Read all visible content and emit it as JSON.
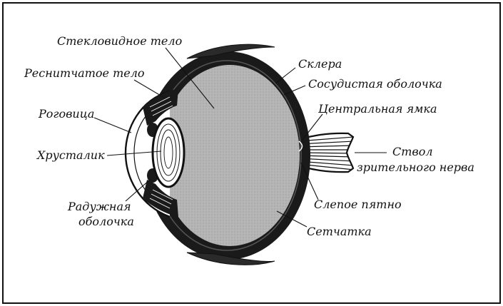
{
  "labels": {
    "vitreous_body": "Стекловидное тело",
    "ciliary_body": "Реснитчатое тело",
    "cornea": "Роговица",
    "lens": "Хрусталик",
    "iris_line1": "Радужная",
    "iris_line2": "оболочка",
    "sclera": "Склера",
    "choroid": "Сосудистая оболочка",
    "fovea": "Центральная ямка",
    "optic_nerve_line1": "Ствол",
    "optic_nerve_line2": "зрительного нерва",
    "blind_spot": "Слепое пятно",
    "retina": "Сетчатка"
  },
  "colors": {
    "background": "#ffffff",
    "outline": "#111111",
    "vitreous_fill": "#b4b4b4",
    "ink": "#111111"
  }
}
